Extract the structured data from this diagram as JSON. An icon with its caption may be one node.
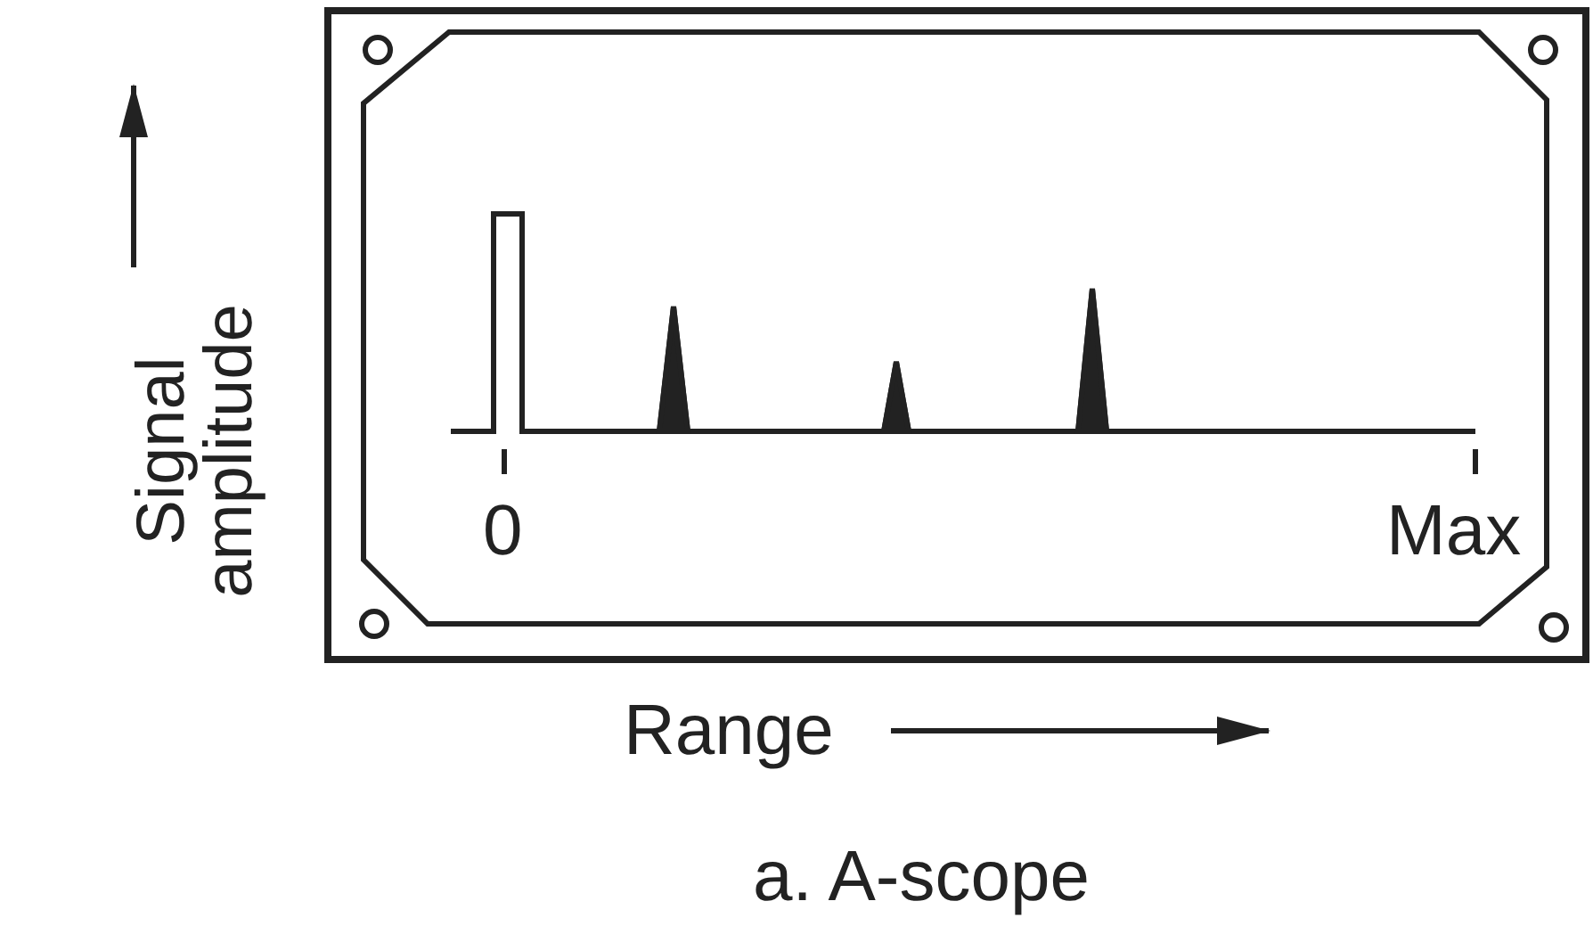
{
  "diagram": {
    "caption": "a. A-scope",
    "labels": [
      "Signal amplitude",
      "0",
      "Max",
      "Range"
    ]
  }
}
